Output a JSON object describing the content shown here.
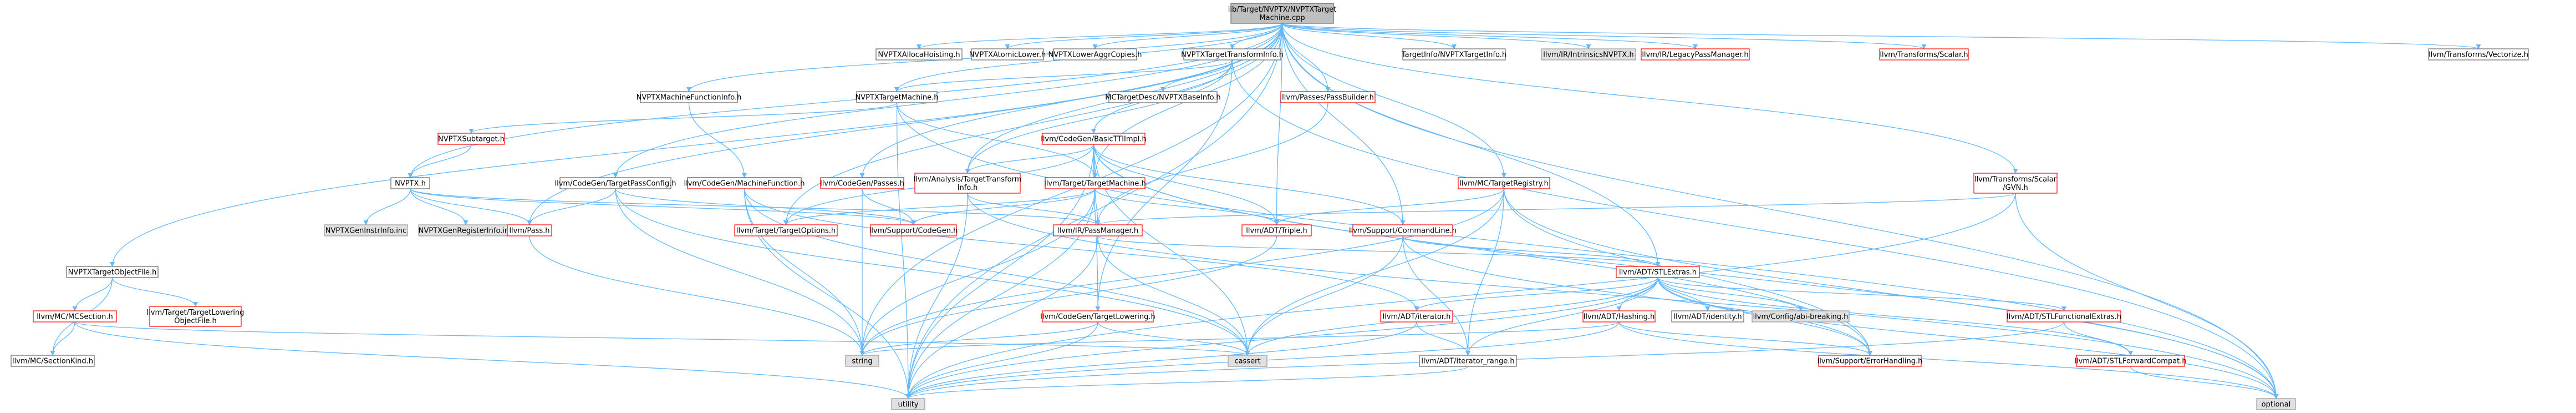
{
  "colors": {
    "edge": "#63b8ff",
    "root_fill": "#bfbfbf",
    "normal_fill": "#ffffff",
    "normal_border": "#666666",
    "link_border": "#ff0000",
    "link_text": "#000000",
    "gray_fill": "#e0e0e0",
    "gray_border": "#999999"
  },
  "nodes": [
    {
      "id": "root",
      "label": [
        "lib/Target/NVPTX/NVPTXTarget",
        "Machine.cpp"
      ],
      "style": "root"
    },
    {
      "id": "NVPTXAllocaHoisting",
      "label": [
        "NVPTXAllocaHoisting.h"
      ],
      "style": "normal"
    },
    {
      "id": "NVPTXAtomicLower",
      "label": [
        "NVPTXAtomicLower.h"
      ],
      "style": "normal"
    },
    {
      "id": "NVPTXLowerAggrCopies",
      "label": [
        "NVPTXLowerAggrCopies.h"
      ],
      "style": "normal"
    },
    {
      "id": "NVPTXTargetTransformInfo",
      "label": [
        "NVPTXTargetTransformInfo.h"
      ],
      "style": "normal"
    },
    {
      "id": "TargetInfoNVPTX",
      "label": [
        "TargetInfo/NVPTXTargetInfo.h"
      ],
      "style": "normal"
    },
    {
      "id": "IntrinsicsNVPTX",
      "label": [
        "llvm/IR/IntrinsicsNVPTX.h"
      ],
      "style": "gray"
    },
    {
      "id": "LegacyPassManager",
      "label": [
        "llvm/IR/LegacyPassManager.h"
      ],
      "style": "link"
    },
    {
      "id": "TransformsScalar",
      "label": [
        "llvm/Transforms/Scalar.h"
      ],
      "style": "link"
    },
    {
      "id": "TransformsVectorize",
      "label": [
        "llvm/Transforms/Vectorize.h"
      ],
      "style": "normal"
    },
    {
      "id": "NVPTXMachineFunctionInfo",
      "label": [
        "NVPTXMachineFunctionInfo.h"
      ],
      "style": "normal"
    },
    {
      "id": "NVPTXTargetMachine",
      "label": [
        "NVPTXTargetMachine.h"
      ],
      "style": "normal"
    },
    {
      "id": "MCTargetDescNVPTXBaseInfo",
      "label": [
        "MCTargetDesc/NVPTXBaseInfo.h"
      ],
      "style": "normal"
    },
    {
      "id": "PassBuilder",
      "label": [
        "llvm/Passes/PassBuilder.h"
      ],
      "style": "link"
    },
    {
      "id": "NVPTXSubtarget",
      "label": [
        "NVPTXSubtarget.h"
      ],
      "style": "link"
    },
    {
      "id": "BasicTTIImpl",
      "label": [
        "llvm/CodeGen/BasicTTIImpl.h"
      ],
      "style": "link"
    },
    {
      "id": "NVPTXh",
      "label": [
        "NVPTX.h"
      ],
      "style": "normal"
    },
    {
      "id": "TargetPassConfig",
      "label": [
        "llvm/CodeGen/TargetPassConfig.h"
      ],
      "style": "normal"
    },
    {
      "id": "MachineFunction",
      "label": [
        "llvm/CodeGen/MachineFunction.h"
      ],
      "style": "link"
    },
    {
      "id": "CodeGenPasses",
      "label": [
        "llvm/CodeGen/Passes.h"
      ],
      "style": "link"
    },
    {
      "id": "AnalysisTTI",
      "label": [
        "llvm/Analysis/TargetTransform",
        "Info.h"
      ],
      "style": "link"
    },
    {
      "id": "TargetTargetMachine",
      "label": [
        "llvm/Target/TargetMachine.h"
      ],
      "style": "link"
    },
    {
      "id": "MCTargetRegistry",
      "label": [
        "llvm/MC/TargetRegistry.h"
      ],
      "style": "link"
    },
    {
      "id": "TransformsScalarGVN",
      "label": [
        "llvm/Transforms/Scalar",
        "/GVN.h"
      ],
      "style": "link"
    },
    {
      "id": "NVPTXGenInstrInfo",
      "label": [
        "NVPTXGenInstrInfo.inc"
      ],
      "style": "gray"
    },
    {
      "id": "NVPTXGenRegisterInfo",
      "label": [
        "NVPTXGenRegisterInfo.inc"
      ],
      "style": "gray"
    },
    {
      "id": "Pass",
      "label": [
        "llvm/Pass.h"
      ],
      "style": "link"
    },
    {
      "id": "TargetOptions",
      "label": [
        "llvm/Target/TargetOptions.h"
      ],
      "style": "link"
    },
    {
      "id": "CodeGenSupport",
      "label": [
        "llvm/Support/CodeGen.h"
      ],
      "style": "link"
    },
    {
      "id": "IRPassManager",
      "label": [
        "llvm/IR/PassManager.h"
      ],
      "style": "link"
    },
    {
      "id": "ADTTriple",
      "label": [
        "llvm/ADT/Triple.h"
      ],
      "style": "link"
    },
    {
      "id": "CommandLine",
      "label": [
        "llvm/Support/CommandLine.h"
      ],
      "style": "link"
    },
    {
      "id": "NVPTXTargetObjectFile",
      "label": [
        "NVPTXTargetObjectFile.h"
      ],
      "style": "normal"
    },
    {
      "id": "MCSection",
      "label": [
        "llvm/MC/MCSection.h"
      ],
      "style": "link"
    },
    {
      "id": "TargetLoweringObjectFile",
      "label": [
        "llvm/Target/TargetLowering",
        "ObjectFile.h"
      ],
      "style": "link"
    },
    {
      "id": "STLExtras",
      "label": [
        "llvm/ADT/STLExtras.h"
      ],
      "style": "link"
    },
    {
      "id": "CodeGenTargetLowering",
      "label": [
        "llvm/CodeGen/TargetLowering.h"
      ],
      "style": "link"
    },
    {
      "id": "ADTiterator",
      "label": [
        "llvm/ADT/iterator.h"
      ],
      "style": "link"
    },
    {
      "id": "ADTHashing",
      "label": [
        "llvm/ADT/Hashing.h"
      ],
      "style": "link"
    },
    {
      "id": "ADTidentity",
      "label": [
        "llvm/ADT/identity.h"
      ],
      "style": "normal"
    },
    {
      "id": "abibreaking",
      "label": [
        "llvm/Config/abi-breaking.h"
      ],
      "style": "gray"
    },
    {
      "id": "STLFunctionalExtras",
      "label": [
        "llvm/ADT/STLFunctionalExtras.h"
      ],
      "style": "link"
    },
    {
      "id": "SectionKind",
      "label": [
        "llvm/MC/SectionKind.h"
      ],
      "style": "normal"
    },
    {
      "id": "string",
      "label": [
        "string"
      ],
      "style": "gray"
    },
    {
      "id": "cassert",
      "label": [
        "cassert"
      ],
      "style": "gray"
    },
    {
      "id": "iterator_range",
      "label": [
        "llvm/ADT/iterator_range.h"
      ],
      "style": "normal"
    },
    {
      "id": "ErrorHandling",
      "label": [
        "llvm/Support/ErrorHandling.h"
      ],
      "style": "link"
    },
    {
      "id": "STLForwardCompat",
      "label": [
        "llvm/ADT/STLForwardCompat.h"
      ],
      "style": "link"
    },
    {
      "id": "utility",
      "label": [
        "utility"
      ],
      "style": "gray"
    },
    {
      "id": "optional",
      "label": [
        "optional"
      ],
      "style": "gray"
    }
  ],
  "edges": [
    [
      "root",
      "NVPTXAllocaHoisting"
    ],
    [
      "root",
      "NVPTXAtomicLower"
    ],
    [
      "root",
      "NVPTXLowerAggrCopies"
    ],
    [
      "root",
      "NVPTXTargetTransformInfo"
    ],
    [
      "root",
      "TargetInfoNVPTX"
    ],
    [
      "root",
      "IntrinsicsNVPTX"
    ],
    [
      "root",
      "LegacyPassManager"
    ],
    [
      "root",
      "TransformsScalar"
    ],
    [
      "root",
      "TransformsVectorize"
    ],
    [
      "root",
      "NVPTXMachineFunctionInfo"
    ],
    [
      "root",
      "NVPTXTargetMachine"
    ],
    [
      "root",
      "PassBuilder"
    ],
    [
      "root",
      "NVPTXh"
    ],
    [
      "root",
      "TargetPassConfig"
    ],
    [
      "root",
      "CodeGenPasses"
    ],
    [
      "root",
      "AnalysisTTI"
    ],
    [
      "root",
      "MCTargetRegistry"
    ],
    [
      "root",
      "TransformsScalarGVN"
    ],
    [
      "root",
      "NVPTXTargetObjectFile"
    ],
    [
      "root",
      "TargetOptions"
    ],
    [
      "root",
      "ADTTriple"
    ],
    [
      "root",
      "CommandLine"
    ],
    [
      "root",
      "Pass"
    ],
    [
      "root",
      "TargetTargetMachine"
    ],
    [
      "root",
      "STLExtras"
    ],
    [
      "root",
      "string"
    ],
    [
      "root",
      "utility"
    ],
    [
      "root",
      "optional"
    ],
    [
      "NVPTXTargetTransformInfo",
      "NVPTXTargetMachine"
    ],
    [
      "NVPTXTargetTransformInfo",
      "MCTargetDescNVPTXBaseInfo"
    ],
    [
      "NVPTXTargetTransformInfo",
      "BasicTTIImpl"
    ],
    [
      "NVPTXTargetTransformInfo",
      "AnalysisTTI"
    ],
    [
      "NVPTXTargetTransformInfo",
      "CodeGenTargetLowering"
    ],
    [
      "NVPTXTargetTransformInfo",
      "optional"
    ],
    [
      "NVPTXMachineFunctionInfo",
      "MachineFunction"
    ],
    [
      "NVPTXTargetMachine",
      "NVPTXSubtarget"
    ],
    [
      "NVPTXTargetMachine",
      "TargetTargetMachine"
    ],
    [
      "NVPTXTargetMachine",
      "utility"
    ],
    [
      "NVPTXTargetMachine",
      "optional"
    ],
    [
      "NVPTXSubtarget",
      "NVPTXh"
    ],
    [
      "BasicTTIImpl",
      "AnalysisTTI"
    ],
    [
      "BasicTTIImpl",
      "TargetTargetMachine"
    ],
    [
      "BasicTTIImpl",
      "TargetOptions"
    ],
    [
      "BasicTTIImpl",
      "CommandLine"
    ],
    [
      "BasicTTIImpl",
      "CodeGenTargetLowering"
    ],
    [
      "BasicTTIImpl",
      "ErrorHandling"
    ],
    [
      "BasicTTIImpl",
      "cassert"
    ],
    [
      "BasicTTIImpl",
      "utility"
    ],
    [
      "BasicTTIImpl",
      "optional"
    ],
    [
      "BasicTTIImpl",
      "ADTTriple"
    ],
    [
      "PassBuilder",
      "IRPassManager"
    ],
    [
      "NVPTXh",
      "NVPTXGenInstrInfo"
    ],
    [
      "NVPTXh",
      "NVPTXGenRegisterInfo"
    ],
    [
      "NVPTXh",
      "Pass"
    ],
    [
      "NVPTXh",
      "CodeGenSupport"
    ],
    [
      "NVPTXh",
      "IRPassManager"
    ],
    [
      "TargetPassConfig",
      "Pass"
    ],
    [
      "TargetPassConfig",
      "CodeGenSupport"
    ],
    [
      "TargetPassConfig",
      "cassert"
    ],
    [
      "TargetPassConfig",
      "string"
    ],
    [
      "MachineFunction",
      "ADTiterator"
    ],
    [
      "MachineFunction",
      "cassert"
    ],
    [
      "MachineFunction",
      "utility"
    ],
    [
      "MachineFunction",
      "string"
    ],
    [
      "CodeGenPasses",
      "CodeGenSupport"
    ],
    [
      "CodeGenPasses",
      "string"
    ],
    [
      "AnalysisTTI",
      "IRPassManager"
    ],
    [
      "AnalysisTTI",
      "utility"
    ],
    [
      "AnalysisTTI",
      "optional"
    ],
    [
      "TargetTargetMachine",
      "TargetOptions"
    ],
    [
      "TargetTargetMachine",
      "IRPassManager"
    ],
    [
      "TargetTargetMachine",
      "ADTTriple"
    ],
    [
      "TargetTargetMachine",
      "CodeGenSupport"
    ],
    [
      "TargetTargetMachine",
      "string"
    ],
    [
      "TargetTargetMachine",
      "utility"
    ],
    [
      "MCTargetRegistry",
      "ADTTriple"
    ],
    [
      "MCTargetRegistry",
      "iterator_range"
    ],
    [
      "MCTargetRegistry",
      "ErrorHandling"
    ],
    [
      "MCTargetRegistry",
      "cassert"
    ],
    [
      "MCTargetRegistry",
      "string"
    ],
    [
      "MCTargetRegistry",
      "optional"
    ],
    [
      "TransformsScalarGVN",
      "IRPassManager"
    ],
    [
      "TransformsScalarGVN",
      "utility"
    ],
    [
      "TransformsScalarGVN",
      "optional"
    ],
    [
      "Pass",
      "string"
    ],
    [
      "IRPassManager",
      "STLExtras"
    ],
    [
      "IRPassManager",
      "cassert"
    ],
    [
      "IRPassManager",
      "utility"
    ],
    [
      "ADTTriple",
      "string"
    ],
    [
      "CommandLine",
      "STLExtras"
    ],
    [
      "CommandLine",
      "iterator_range"
    ],
    [
      "CommandLine",
      "ErrorHandling"
    ],
    [
      "CommandLine",
      "cassert"
    ],
    [
      "NVPTXTargetObjectFile",
      "MCSection"
    ],
    [
      "NVPTXTargetObjectFile",
      "TargetLoweringObjectFile"
    ],
    [
      "NVPTXTargetObjectFile",
      "SectionKind"
    ],
    [
      "MCSection",
      "SectionKind"
    ],
    [
      "MCSection",
      "utility"
    ],
    [
      "MCSection",
      "cassert"
    ],
    [
      "STLExtras",
      "ADTHashing"
    ],
    [
      "STLExtras",
      "STLFunctionalExtras"
    ],
    [
      "STLExtras",
      "STLForwardCompat"
    ],
    [
      "STLExtras",
      "ADTiterator"
    ],
    [
      "STLExtras",
      "iterator_range"
    ],
    [
      "STLExtras",
      "ADTidentity"
    ],
    [
      "STLExtras",
      "abibreaking"
    ],
    [
      "STLExtras",
      "ErrorHandling"
    ],
    [
      "STLExtras",
      "cassert"
    ],
    [
      "STLExtras",
      "utility"
    ],
    [
      "STLExtras",
      "optional"
    ],
    [
      "CodeGenTargetLowering",
      "cassert"
    ],
    [
      "CodeGenTargetLowering",
      "string"
    ],
    [
      "CodeGenTargetLowering",
      "utility"
    ],
    [
      "ADTiterator",
      "iterator_range"
    ],
    [
      "ADTiterator",
      "utility"
    ],
    [
      "ADTHashing",
      "ErrorHandling"
    ],
    [
      "ADTHashing",
      "string"
    ],
    [
      "ADTHashing",
      "utility"
    ],
    [
      "ADTHashing",
      "optional"
    ],
    [
      "STLFunctionalExtras",
      "STLForwardCompat"
    ],
    [
      "STLFunctionalExtras",
      "utility"
    ],
    [
      "STLForwardCompat",
      "optional"
    ],
    [
      "iterator_range",
      "utility"
    ]
  ]
}
